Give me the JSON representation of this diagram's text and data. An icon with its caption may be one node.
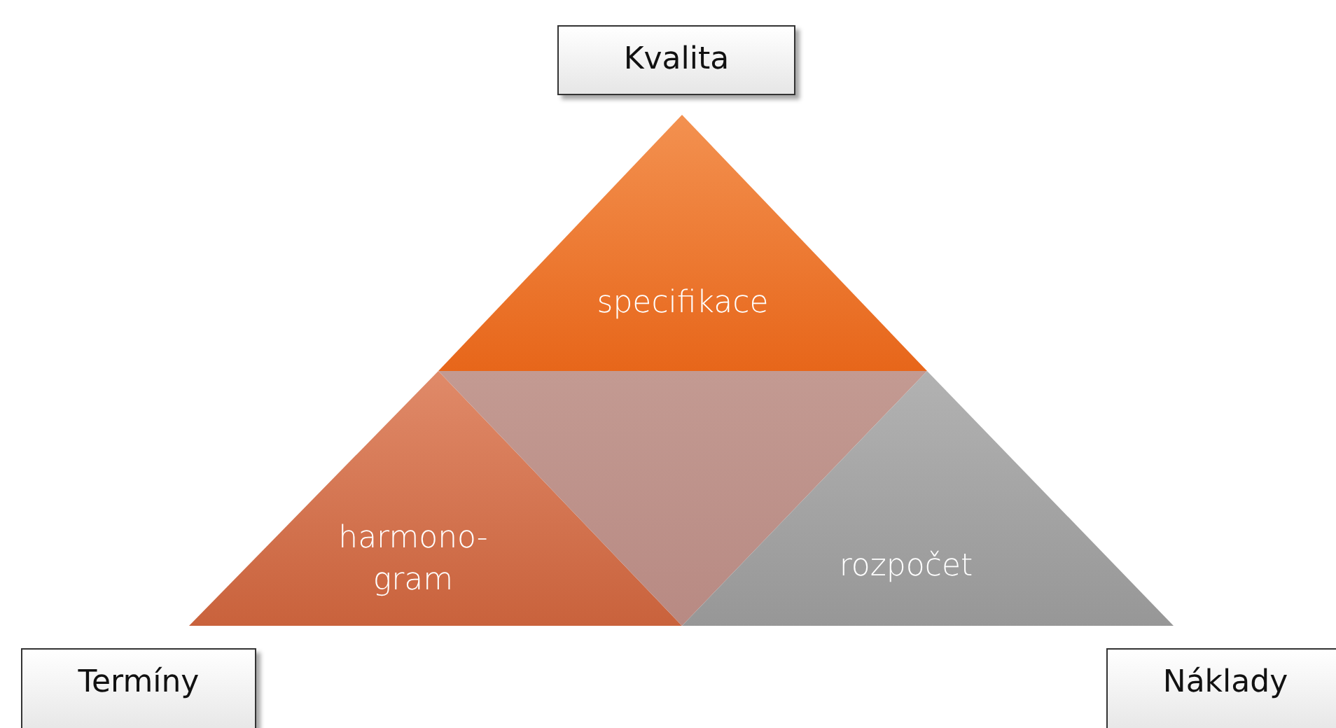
{
  "diagram": {
    "nodes": [
      {
        "text": [
          "Kvalita"
        ]
      },
      {
        "text": [
          "specifikace"
        ]
      },
      {
        "text": [
          "harmono- gram"
        ]
      },
      {
        "text": [],
        "shape": "triangle"
      },
      {
        "text": [
          "rozpočet"
        ]
      },
      {
        "text": [
          "Termíny"
        ]
      },
      {
        "text": [
          "Náklady"
        ]
      }
    ],
    "edges": []
  }
}
